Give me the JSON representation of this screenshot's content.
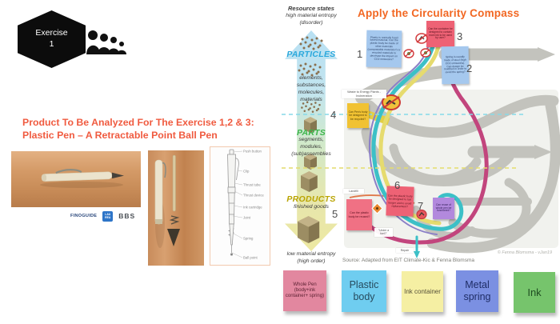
{
  "badge": {
    "title": "Exercise",
    "number": "1"
  },
  "heading": {
    "line1": "Product To Be Analyzed For The Exercise 1,2 & 3:",
    "line2": "Plastic Pen – A Retractable Point Ball Pen"
  },
  "logos": {
    "l1": "FINOGUIDE",
    "l2a": "LAU",
    "l2b": "REA",
    "l3": "BBS"
  },
  "pen_diagram": {
    "labels": [
      "Push button",
      "Clip",
      "Thrust tube",
      "Thrust device",
      "Ink cartridge",
      "Joint",
      "Spring",
      "Ball point"
    ]
  },
  "axis": {
    "top1": "Resource states",
    "top2": "high material entropy",
    "top3": "(disorder)",
    "particles": "PARTICLES",
    "p_desc1": "elements,",
    "p_desc2": "substances,",
    "p_desc3": "molecules,",
    "p_desc4": "materials",
    "parts": "PARTS",
    "pa_desc1": "segments,",
    "pa_desc2": "modules,",
    "pa_desc3": "(sub)assemblies",
    "products": "PRODUCTS",
    "pr_desc": "finished goods",
    "bottom1": "low material entropy",
    "bottom2": "(high order)",
    "particles_color": "#2aa8dc",
    "parts_color": "#3cb54a",
    "products_color": "#b9a400"
  },
  "compass": {
    "title": "Apply the Circularity Compass",
    "title_color": "#f26722",
    "numbers": {
      "n1": "1",
      "n2": "2",
      "n3": "3",
      "n4": "4",
      "n5": "5",
      "n6": "6",
      "n7": "7"
    },
    "notes": {
      "n1": "Plastic is normally fossil based material. Can the plastic body be made of other materials (compostable materials?) or recycled materials to decrease the impact on CO2 emissions?",
      "n2": "Spring is usually made of steel (high CO2 emissions). Can design be modified in order to avoid the spring?",
      "n3": "Can the container be designed to contain more ink to be used by user?",
      "n4": "Can Pen's body be designed to be recycled?",
      "n5": "Can the plastic body be reused?",
      "n6": "Can the plastic body be designed to last longer and to avoid replacement?",
      "n7": "Can reuse of whole pen be functioned?"
    },
    "labels": {
      "wte": "Waste to Energy Plants - Incineration",
      "landfill": "Landfill",
      "under": "\"Under a fuel?\"",
      "repair": "Repair",
      "watermark": "© Fenna Blomsma - vJan19",
      "source": "Source:  Adapted from EIT Climate-Kic & Fenna Blomsma"
    }
  },
  "bottom_notes": {
    "n1": "Whole Pen (body+ink container+ spring)",
    "n2": "Plastic body",
    "n3": "Ink container",
    "n4": "Metal spring",
    "n5": "Ink",
    "colors": [
      "#e2879f",
      "#6fcdf0",
      "#f5efa3",
      "#7b90e2",
      "#76c46c"
    ]
  }
}
